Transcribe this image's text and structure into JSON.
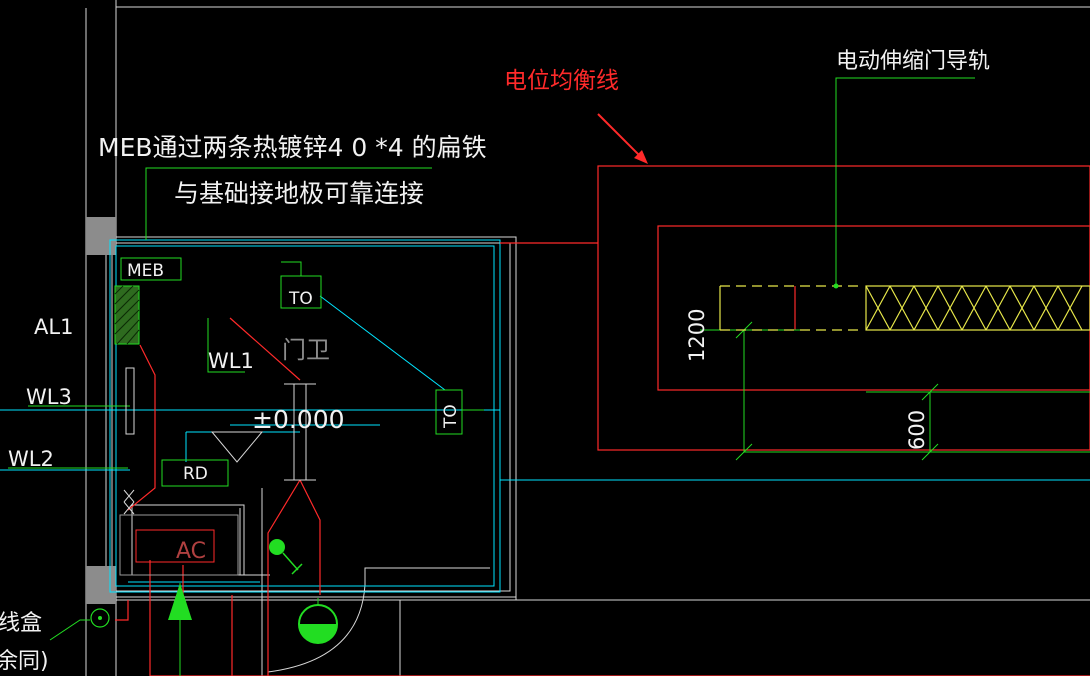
{
  "annotations": {
    "meb_note_line1": "MEB通过两条热镀锌4 0 *4 的扁铁",
    "meb_note_line2": "与基础接地极可靠连接",
    "equipotential": "电位均衡线",
    "gate_rail": "电动伸缩门导轨",
    "room_name": "门卫",
    "elevation": "±0.000",
    "junction_box": "线盒",
    "junction_box_note": "余同)"
  },
  "labels": {
    "meb": "MEB",
    "to_top": "TO",
    "to_right": "TO",
    "rd": "RD",
    "ac": "AC",
    "al1": "AL1",
    "wl1": "WL1",
    "wl2": "WL2",
    "wl3": "WL3"
  },
  "dimensions": {
    "d1200": "1200",
    "d600": "600"
  },
  "colors": {
    "background": "#000000",
    "wall": "#ffffff",
    "cyan": "#00e5ff",
    "red": "#ff2a2a",
    "green": "#22dd22",
    "yellow": "#e8e84a",
    "gray": "#9a9a9a"
  }
}
